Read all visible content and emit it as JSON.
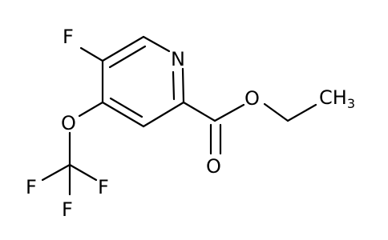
{
  "structure": {
    "atoms": {
      "nitrogen": "N",
      "fluorine_ring": "F",
      "oxygen_ether": "O",
      "fluorine_1": "F",
      "fluorine_2": "F",
      "fluorine_3": "F",
      "oxygen_ester": "O",
      "oxygen_carbonyl": "O",
      "methyl_c": "CH",
      "methyl_sub": "3"
    },
    "bond_color": "#000000",
    "text_color": "#000000"
  }
}
